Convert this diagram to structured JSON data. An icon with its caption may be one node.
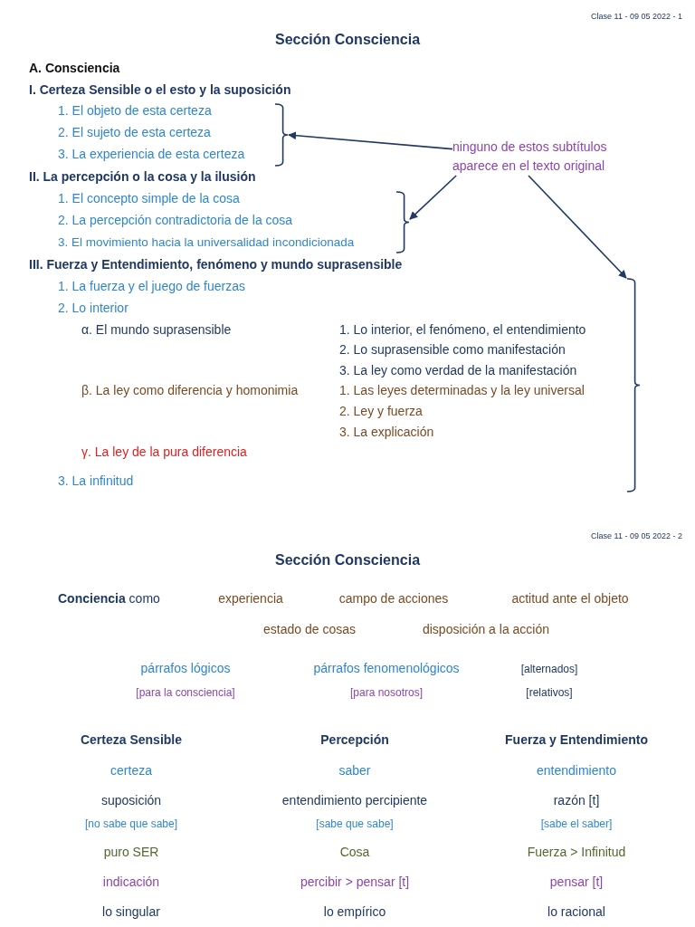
{
  "diagram": {
    "title": "Sección Consciencia",
    "nodes": [
      {
        "text": [
          "ninguno de estos subtítulos aparece en el texto original"
        ]
      },
      {
        "text": [],
        "shape": "bracket"
      },
      {
        "text": [],
        "shape": "bracket"
      },
      {
        "text": [],
        "shape": "bracket"
      }
    ],
    "edges": [
      {
        "from": 0,
        "to": 1,
        "arrow": "to"
      },
      {
        "from": 0,
        "to": 2,
        "arrow": "to"
      },
      {
        "from": 0,
        "to": 3,
        "arrow": "to"
      }
    ],
    "labels": [
      "Clase 11 - 09 05 2022 - 1",
      "A. Consciencia",
      "I. Certeza Sensible o el esto y la suposición",
      "1. El objeto de esta certeza",
      "2. El sujeto de esta certeza",
      "3. La experiencia de esta certeza",
      "II. La percepción o la cosa y la ilusión",
      "1. El concepto simple de la cosa",
      "2. La percepción contradictoria de la cosa",
      "3. El movimiento hacia la universalidad incondicionada",
      "III. Fuerza y Entendimiento, fenómeno y mundo suprasensible",
      "1. La fuerza y el juego de fuerzas",
      "2. Lo interior",
      "α. El mundo suprasensible",
      "1. Lo interior, el fenómeno, el entendimiento",
      "2. Lo suprasensible como manifestación",
      "3. La ley como verdad de la manifestación",
      "β. La ley como diferencia y homonimia",
      "1. Las leyes determinadas y la ley universal",
      "2. Ley y fuerza",
      "3. La explicación",
      "γ. La ley de la pura diferencia",
      "3. La infinitud",
      "Clase 11 - 09 05 2022 - 2",
      "Sección Consciencia",
      "**Conciencia** como",
      "experiencia",
      "campo de acciones",
      "actitud ante el objeto",
      "estado de cosas",
      "disposición a la acción",
      "párrafos lógicos",
      "párrafos fenomenológicos",
      "[alternados]",
      "[para la consciencia]",
      "[para nosotros]",
      "[relativos]",
      "Certeza Sensible",
      "Percepción",
      "Fuerza y Entendimiento",
      "certeza",
      "saber",
      "entendimiento",
      "suposición",
      "entendimiento percipiente",
      "razón [t]",
      "[no sabe que sabe]",
      "[sabe que sabe]",
      "[sabe el saber]",
      "puro SER",
      "Cosa",
      "Fuerza > Infinitud",
      "indicación",
      "percibir > pensar [t]",
      "pensar [t]",
      "lo singular",
      "lo empírico",
      "lo racional"
    ]
  }
}
